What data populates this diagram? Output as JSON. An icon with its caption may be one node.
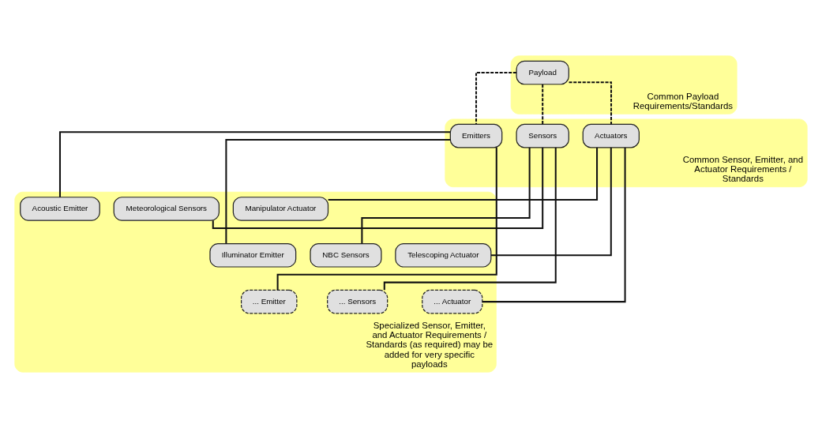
{
  "diagram": {
    "nodes": [
      {
        "text": [
          "Common Payload Requirements/Standards"
        ]
      },
      {
        "text": [
          "Payload"
        ],
        "in": 0
      },
      {
        "text": [
          "Common Sensor, Emitter, and Actuator Requirements / Standards"
        ]
      },
      {
        "text": [
          "Sensors"
        ],
        "in": 2
      },
      {
        "text": [
          "Emitters"
        ],
        "in": 2
      },
      {
        "text": [
          "Actuators"
        ],
        "in": 2
      },
      {
        "text": [
          "Specialized Sensor, Emitter, and Actuator Requirements / Standards (as required) may be added for very specific payloads"
        ]
      },
      {
        "text": [
          "Meteorological Sensors"
        ],
        "in": 6
      },
      {
        "text": [
          "Acoustic Emitter"
        ],
        "in": 6
      },
      {
        "text": [
          "Manipulator Actuator"
        ],
        "in": 6
      },
      {
        "text": [
          "NBC Sensors"
        ],
        "in": 6
      },
      {
        "text": [
          "Illuminator Emitter"
        ],
        "in": 6
      },
      {
        "text": [
          "Telescoping Actuator"
        ],
        "in": 6
      },
      {
        "text": [
          "... Sensors"
        ],
        "in": 6
      },
      {
        "text": [
          "... Emitter"
        ],
        "in": 6
      },
      {
        "text": [
          "... Actuator"
        ],
        "in": 6
      }
    ],
    "edges": [
      {
        "from": 1,
        "to": 3,
        "arrow": "none",
        "style": "dashed"
      },
      {
        "from": 1,
        "to": 4,
        "arrow": "none",
        "style": "dashed"
      },
      {
        "from": 1,
        "to": 5,
        "arrow": "none",
        "style": "dashed"
      },
      {
        "from": 3,
        "to": 7,
        "arrow": "none"
      },
      {
        "from": 3,
        "to": 10,
        "arrow": "none"
      },
      {
        "from": 3,
        "to": 13,
        "arrow": "none"
      },
      {
        "from": 4,
        "to": 8,
        "arrow": "none"
      },
      {
        "from": 4,
        "to": 11,
        "arrow": "none"
      },
      {
        "from": 4,
        "to": 14,
        "arrow": "none"
      },
      {
        "from": 5,
        "to": 9,
        "arrow": "none"
      },
      {
        "from": 5,
        "to": 12,
        "arrow": "none"
      },
      {
        "from": 5,
        "to": 15,
        "arrow": "none"
      }
    ]
  }
}
